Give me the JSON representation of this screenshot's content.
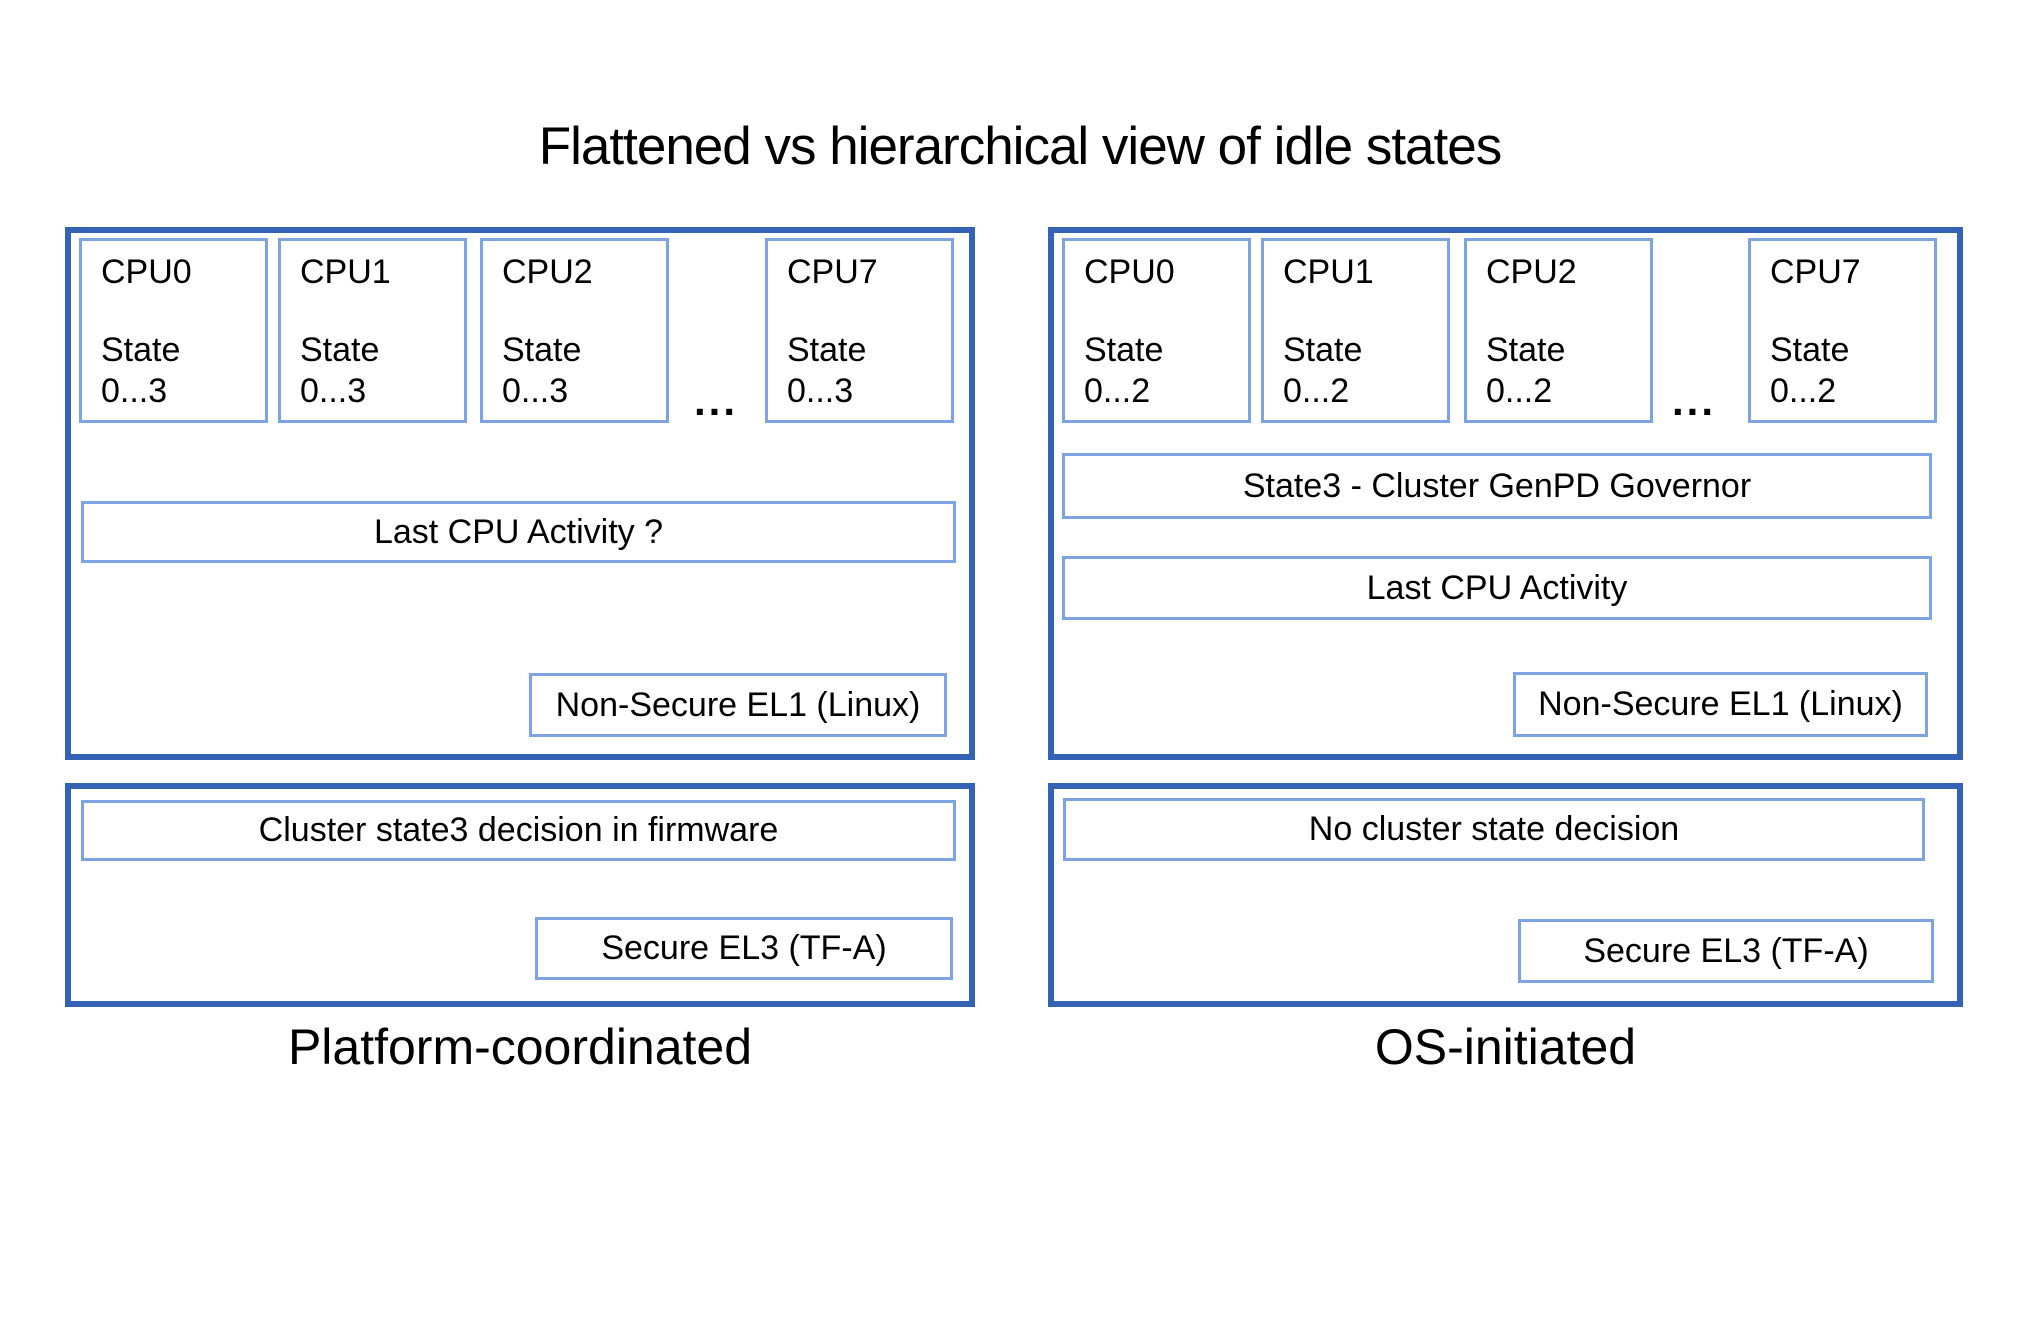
{
  "title": "Flattened vs hierarchical view of idle states",
  "colors": {
    "panel_border": "#3462b4",
    "inner_box_border": "#7da3e3",
    "text": "#000000",
    "background": "#ffffff"
  },
  "left": {
    "caption": "Platform-coordinated",
    "ellipsis": "...",
    "cpus": [
      {
        "name": "CPU0",
        "state_line1": "State",
        "state_line2": "0...3"
      },
      {
        "name": "CPU1",
        "state_line1": "State",
        "state_line2": "0...3"
      },
      {
        "name": "CPU2",
        "state_line1": "State",
        "state_line2": "0...3"
      },
      {
        "name": "CPU7",
        "state_line1": "State",
        "state_line2": "0...3"
      }
    ],
    "last_cpu_activity": "Last CPU Activity ?",
    "non_secure_el1": "Non-Secure EL1 (Linux)",
    "cluster_decision": "Cluster state3 decision in firmware",
    "secure_el3": "Secure EL3 (TF-A)"
  },
  "right": {
    "caption": "OS-initiated",
    "ellipsis": "...",
    "cpus": [
      {
        "name": "CPU0",
        "state_line1": "State",
        "state_line2": "0...2"
      },
      {
        "name": "CPU1",
        "state_line1": "State",
        "state_line2": "0...2"
      },
      {
        "name": "CPU2",
        "state_line1": "State",
        "state_line2": "0...2"
      },
      {
        "name": "CPU7",
        "state_line1": "State",
        "state_line2": "0...2"
      }
    ],
    "governor": "State3 - Cluster GenPD Governor",
    "last_cpu_activity": "Last CPU Activity",
    "non_secure_el1": "Non-Secure EL1 (Linux)",
    "no_cluster_decision": "No cluster state decision",
    "secure_el3": "Secure EL3 (TF-A)"
  }
}
